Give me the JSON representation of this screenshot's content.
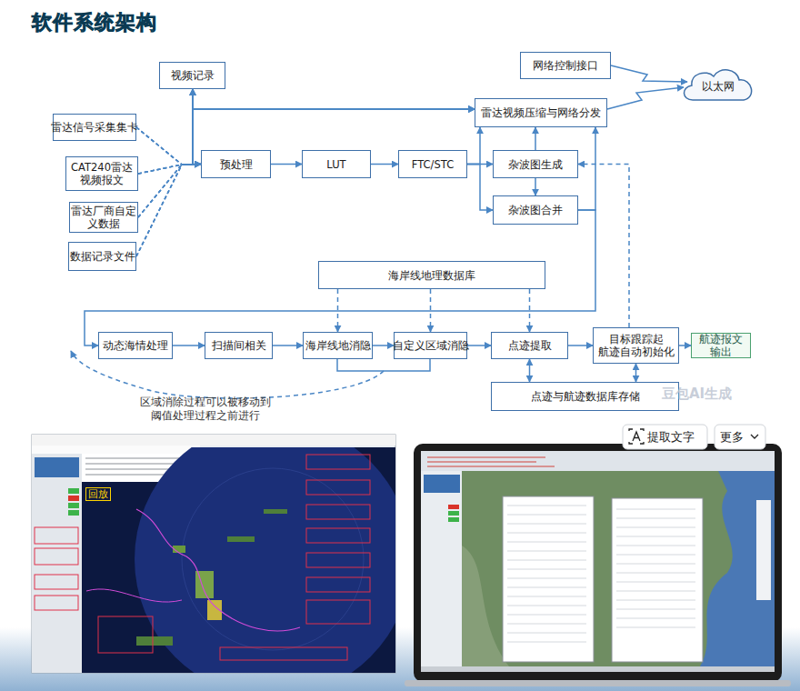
{
  "diagram": {
    "title": "软件系统架构",
    "nodes": [
      {
        "text": [
          "视频记录"
        ]
      },
      {
        "text": [
          "雷达信号采集集卡"
        ]
      },
      {
        "text": [
          "网络控制接口"
        ]
      },
      {
        "text": [
          "以太网"
        ]
      },
      {
        "text": [
          "雷达视频压缩与网络分发"
        ]
      },
      {
        "text": [
          "CAT240雷达 视频报文"
        ]
      },
      {
        "text": [
          "预处理"
        ]
      },
      {
        "text": [
          "LUT"
        ]
      },
      {
        "text": [
          "FTC/STC"
        ]
      },
      {
        "text": [
          "杂波图生成"
        ]
      },
      {
        "text": [
          "雷达厂商自定 义数据"
        ]
      },
      {
        "text": [
          "杂波图合并"
        ]
      },
      {
        "text": [
          "数据记录文件"
        ]
      },
      {
        "text": [
          "海岸线地理数据库"
        ]
      },
      {
        "text": [
          "动态海情处理"
        ]
      },
      {
        "text": [
          "扫描间相关"
        ]
      },
      {
        "text": [
          "海岸线地消隐"
        ]
      },
      {
        "text": [
          "自定义区域消隐"
        ]
      },
      {
        "text": [
          "点迹提取"
        ]
      },
      {
        "text": [
          "目标跟踪起 航迹自动初始化"
        ]
      },
      {
        "text": [
          "航迹报文 输出"
        ]
      },
      {
        "text": [
          "点迹与航迹数据库存储"
        ]
      }
    ],
    "edges": [
      {
        "from": 1,
        "to": 6,
        "arrow": "to"
      },
      {
        "from": 5,
        "to": 6,
        "arrow": "to"
      },
      {
        "from": 10,
        "to": 6,
        "arrow": "to"
      },
      {
        "from": 12,
        "to": 6,
        "arrow": "to"
      },
      {
        "from": 1,
        "to": 0,
        "arrow": "to"
      },
      {
        "from": 5,
        "to": 0,
        "arrow": "to"
      },
      {
        "from": 10,
        "to": 0,
        "arrow": "to"
      },
      {
        "from": 12,
        "to": 0,
        "arrow": "to"
      },
      {
        "from": 1,
        "to": 4,
        "arrow": "to"
      },
      {
        "from": 5,
        "to": 4,
        "arrow": "to"
      },
      {
        "from": 10,
        "to": 4,
        "arrow": "to"
      },
      {
        "from": 12,
        "to": 4,
        "arrow": "to"
      },
      {
        "from": 6,
        "to": 7,
        "arrow": "to"
      },
      {
        "from": 7,
        "to": 8,
        "arrow": "to"
      },
      {
        "from": 8,
        "to": 9,
        "arrow": "to"
      },
      {
        "from": 8,
        "to": 4,
        "arrow": "to"
      },
      {
        "from": 8,
        "to": 11,
        "arrow": "to"
      },
      {
        "from": 9,
        "to": 4,
        "arrow": "to"
      },
      {
        "from": 9,
        "to": 11,
        "arrow": "to"
      },
      {
        "from": 11,
        "to": 4,
        "arrow": "to"
      },
      {
        "from": 4,
        "to": 3,
        "arrow": "to"
      },
      {
        "from": 2,
        "to": 3,
        "arrow": "to"
      },
      {
        "from": 11,
        "to": 14,
        "arrow": "to"
      },
      {
        "from": 14,
        "to": 15,
        "arrow": "to"
      },
      {
        "from": 15,
        "to": 16,
        "arrow": "to"
      },
      {
        "from": 16,
        "to": 17,
        "arrow": "to"
      },
      {
        "from": 17,
        "to": 18,
        "arrow": "to"
      },
      {
        "from": 18,
        "to": 19,
        "arrow": "to"
      },
      {
        "from": 19,
        "to": 20,
        "arrow": "to"
      },
      {
        "from": 13,
        "to": 16,
        "arrow": "to"
      },
      {
        "from": 13,
        "to": 17,
        "arrow": "to"
      },
      {
        "from": 13,
        "to": 18,
        "arrow": "to"
      },
      {
        "from": 18,
        "to": 21,
        "arrow": "both"
      },
      {
        "from": 19,
        "to": 21,
        "arrow": "both"
      },
      {
        "from": 19,
        "to": 9,
        "arrow": "to"
      }
    ],
    "labels": [
      "区域消除过程可以被移动到 阈值处理过程之前进行",
      "豆包AI生成",
      "回放",
      "提取文字",
      "更多"
    ]
  }
}
